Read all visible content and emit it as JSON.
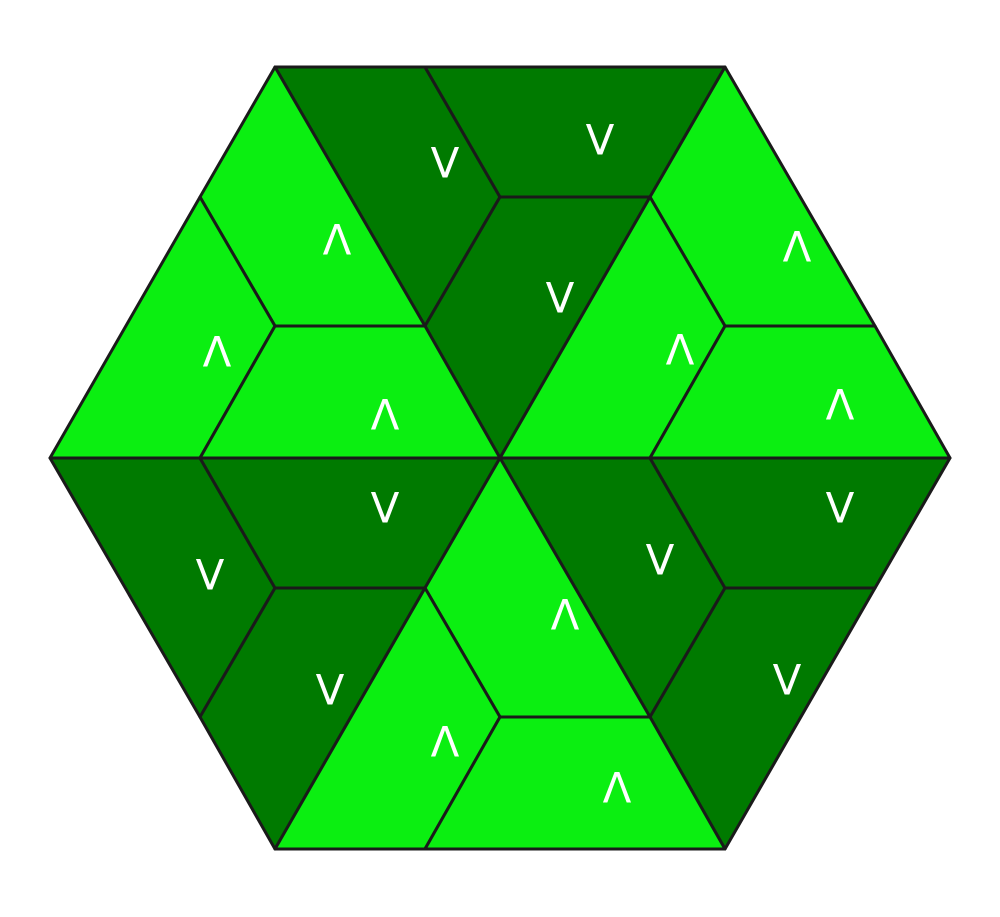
{
  "colors": {
    "light": "#0BEF11",
    "dark": "#007A00",
    "outline": "#1a1a1a",
    "label": "#ffffff"
  },
  "tiles": [
    {
      "id": "t1",
      "shade": "dark",
      "label": "V"
    },
    {
      "id": "t2",
      "shade": "dark",
      "label": "V"
    },
    {
      "id": "t3",
      "shade": "light",
      "label": "Λ"
    },
    {
      "id": "t4",
      "shade": "dark",
      "label": "V"
    },
    {
      "id": "t5",
      "shade": "light",
      "label": "Λ"
    },
    {
      "id": "t6",
      "shade": "light",
      "label": "Λ"
    },
    {
      "id": "t7",
      "shade": "light",
      "label": "Λ"
    },
    {
      "id": "t8",
      "shade": "light",
      "label": "Λ"
    },
    {
      "id": "t9",
      "shade": "light",
      "label": "Λ"
    },
    {
      "id": "t10",
      "shade": "dark",
      "label": "V"
    },
    {
      "id": "t11",
      "shade": "dark",
      "label": "V"
    },
    {
      "id": "t12",
      "shade": "dark",
      "label": "V"
    },
    {
      "id": "t13",
      "shade": "dark",
      "label": "V"
    },
    {
      "id": "t14",
      "shade": "light",
      "label": "Λ"
    },
    {
      "id": "t15",
      "shade": "dark",
      "label": "V"
    },
    {
      "id": "t16",
      "shade": "dark",
      "label": "V"
    },
    {
      "id": "t17",
      "shade": "light",
      "label": "Λ"
    },
    {
      "id": "t18",
      "shade": "light",
      "label": "Λ"
    }
  ]
}
